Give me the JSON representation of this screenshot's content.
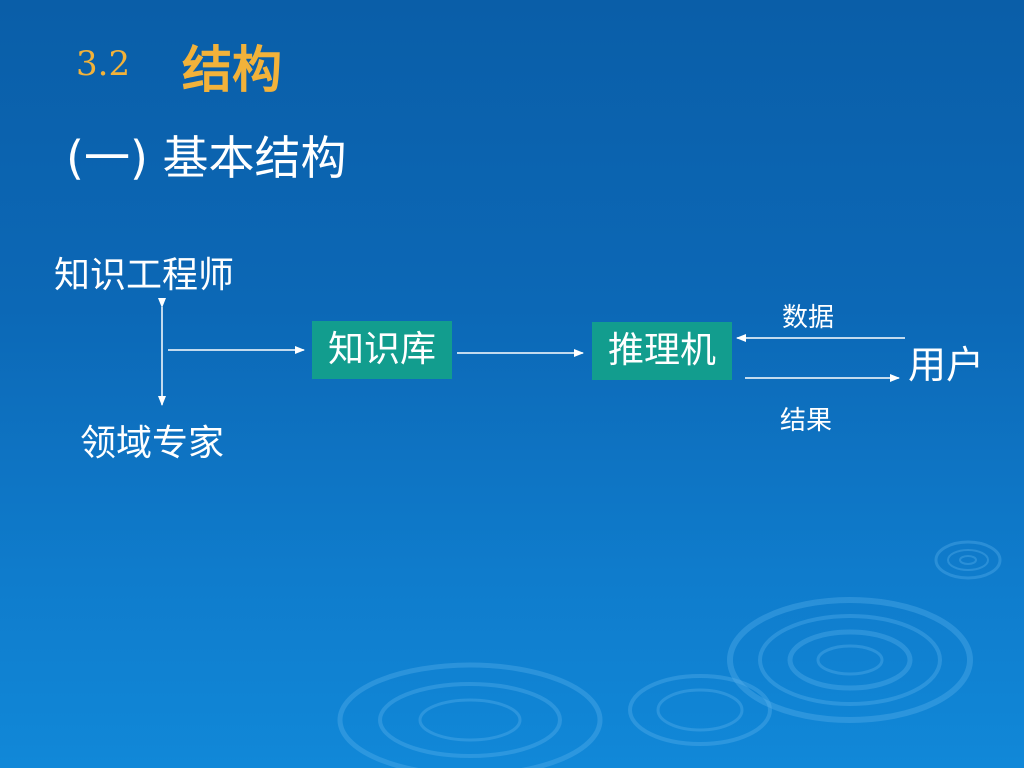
{
  "slide": {
    "section_number": "3.2",
    "section_title": "结构",
    "subtitle": "(一) 基本结构"
  },
  "diagram": {
    "knowledge_engineer": "知识工程师",
    "domain_expert": "领域专家",
    "knowledge_base": "知识库",
    "inference_engine": "推理机",
    "user": "用户",
    "data_label": "数据",
    "result_label": "结果"
  },
  "colors": {
    "title_gold": "#f2b23a",
    "box_fill": "#129d8e",
    "arrow": "#ffffff"
  }
}
